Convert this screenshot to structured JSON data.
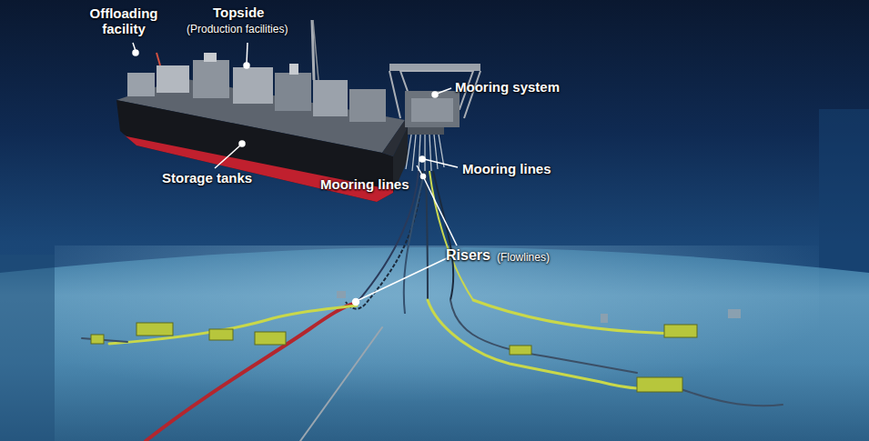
{
  "diagram": {
    "labels": [
      "Offloading facility",
      "Topside",
      "(Production facilities)",
      "Mooring system",
      "Storage tanks",
      "Mooring lines",
      "Mooring lines",
      "Risers",
      "(Flowlines)"
    ]
  }
}
